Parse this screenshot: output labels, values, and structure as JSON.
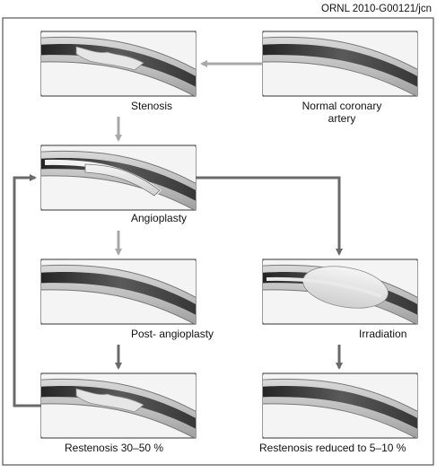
{
  "credit": "ORNL 2010-G00121/jcn",
  "panels": {
    "stenosis": {
      "label": "Stenosis"
    },
    "normal": {
      "label_line1": "Normal coronary",
      "label_line2": "artery"
    },
    "angioplasty": {
      "label": "Angioplasty"
    },
    "post": {
      "label": "Post- angioplasty"
    },
    "irradiation": {
      "label": "Irradiation"
    },
    "restenosis": {
      "label": "Restenosis 30–50 %"
    },
    "reduced": {
      "label": "Restenosis reduced to 5–10 %"
    }
  },
  "colors": {
    "arrow_light": "#a8a8a8",
    "arrow_dark": "#6a6a6a",
    "frame": "#555555"
  }
}
